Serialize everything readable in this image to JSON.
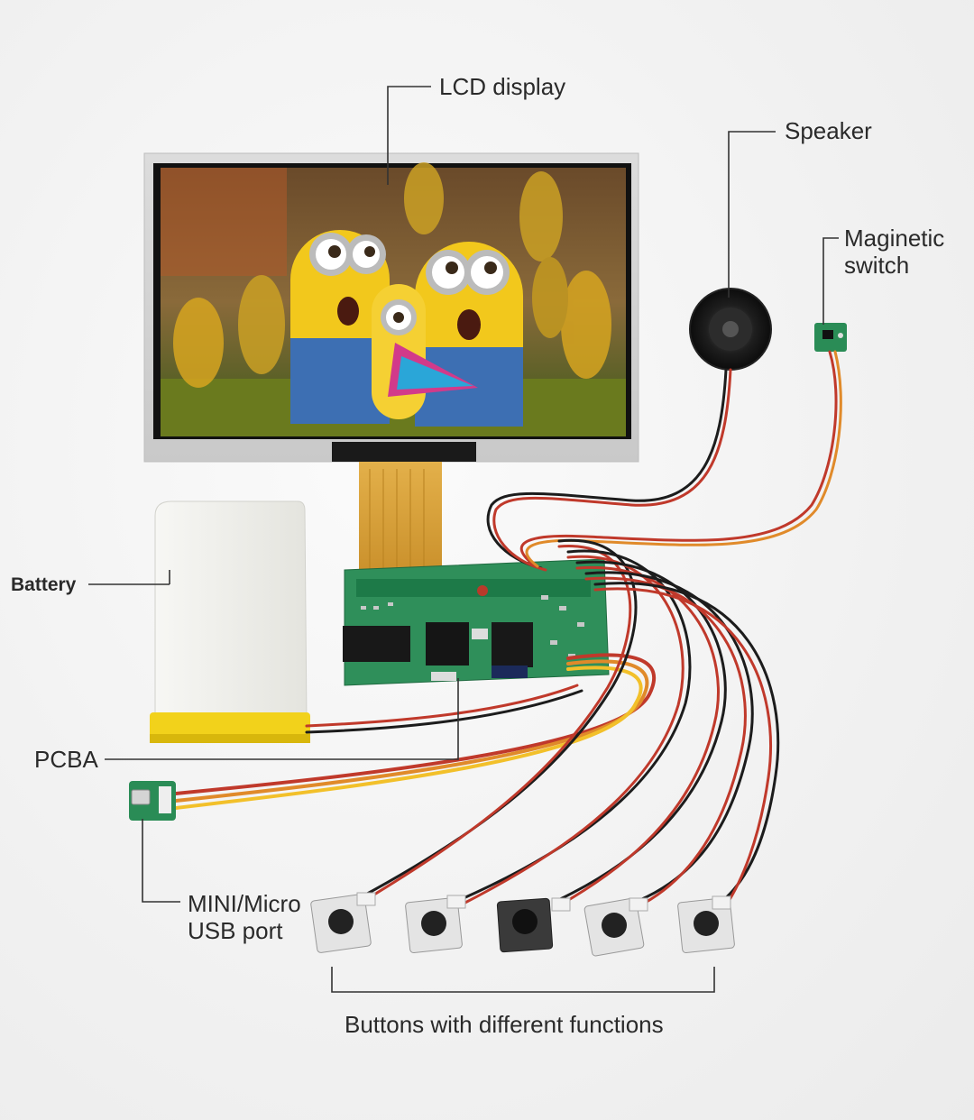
{
  "labels": {
    "lcd_display": "LCD display",
    "speaker": "Speaker",
    "magnetic_switch_line1": "Maginetic",
    "magnetic_switch_line2": "switch",
    "battery": "Battery",
    "pcba": "PCBA",
    "usb_line1": "MINI/Micro",
    "usb_line2": "USB port",
    "buttons": "Buttons with different functions"
  },
  "components": {
    "screen_icon": "minions-video-frame",
    "speaker_icon": "round-speaker-icon",
    "switch_icon": "reed-switch-board-icon",
    "battery_icon": "lipo-battery-icon",
    "pcba_icon": "circuit-board-icon",
    "usb_icon": "usb-board-icon",
    "button_icon": "tactile-button-icon",
    "button_count": 5
  },
  "colors": {
    "wire_red": "#c0392b",
    "wire_black": "#1c1c1c",
    "wire_orange": "#e08a2a",
    "pcb_green": "#2f8f5a",
    "battery_yellow": "#f2d21b",
    "flex_cable": "#d9a23a"
  }
}
